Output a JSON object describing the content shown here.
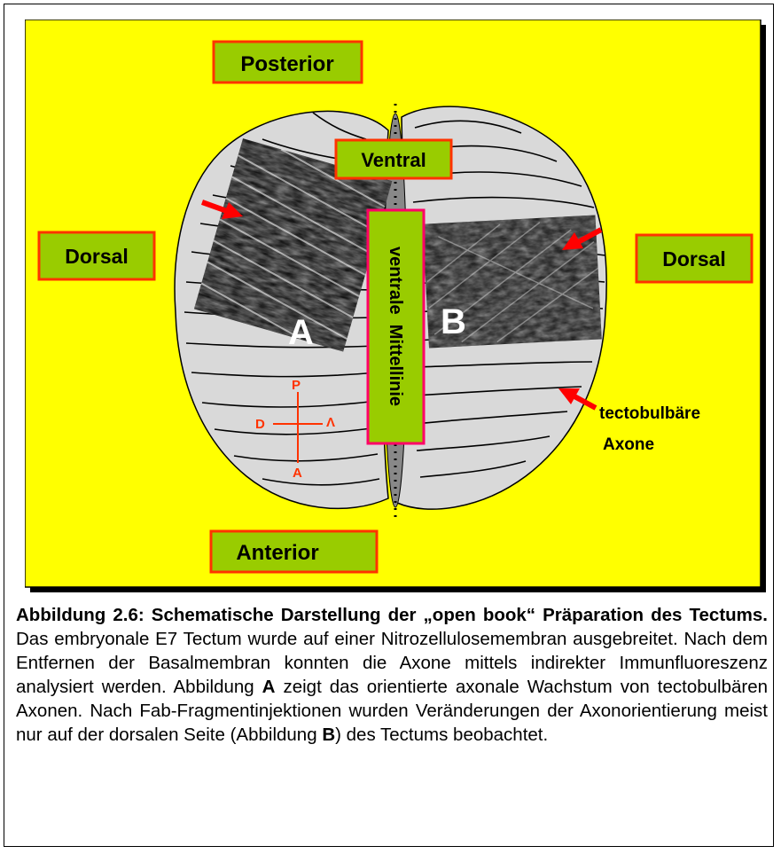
{
  "labels": {
    "posterior": "Posterior",
    "anterior": "Anterior",
    "dorsal_left": "Dorsal",
    "dorsal_right": "Dorsal",
    "ventral": "Ventral",
    "midline": "ventrale  Mittellinie",
    "panel_a": "A",
    "panel_b": "B",
    "axons_line1": "tectobulbäre",
    "axons_line2": "Axone"
  },
  "compass": {
    "p": "P",
    "a": "A",
    "d": "D",
    "v": "V"
  },
  "caption": {
    "title": "Abbildung 2.6: Schematische Darstellung der „open book“ Präparation des Tectums.",
    "part1": " Das embryonale E7 Tectum wurde auf einer Nitrozellulosemembran ausgebreitet. Nach dem Entfernen der Basalmembran konnten die Axone mittels indirekter Immunfluoreszenz analysiert werden. Abbildung ",
    "bold_a": "A",
    "part2": " zeigt das orientierte axonale Wachstum von tectobulbären Axonen. Nach Fab-Fragmentinjektionen wurden Veränderungen der Axonorientierung meist nur auf der dorsalen Seite (Abbildung ",
    "bold_b": "B",
    "part3": ") des Tectums beobachtet."
  },
  "colors": {
    "background": "#ffff00",
    "label_fill": "#99cc00",
    "label_border": "#ff3300",
    "midline_border": "#ff0066",
    "tissue": "#d9d9d9",
    "arrow": "#ff0000"
  }
}
